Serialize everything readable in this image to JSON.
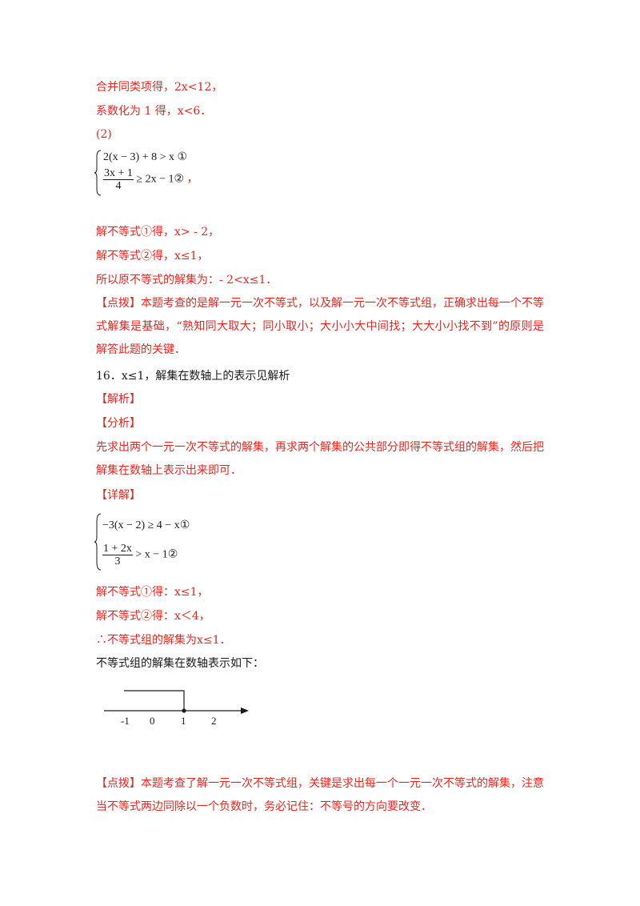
{
  "lines": {
    "l1": "合并同类项得，2x<12，",
    "l2": "系数化为 1 得，x<6．",
    "l3": "(2)",
    "l4": "解不等式①得，x> - 2，",
    "l5": "解不等式②得，x≤1，",
    "l6": "所以原不等式的解集为：- 2<x≤1．",
    "hint1": "【点拨】本题考查的是解一元一次不等式，以及解一元一次不等式组，正确求出每一个不等式解集是基础，“熟知同大取大；同小取小；大小小大中间找；大大小小找不到”的原则是解答此题的关键．",
    "q16": "16．x≤1，解集在数轴上的表示见解析",
    "jiexi": "【解析】",
    "fenxi": "【分析】",
    "fenxi_text": "先求出两个一元一次不等式的解集，再求两个解集的公共部分即得不等式组的解集，然后把解集在数轴上表示出来即可．",
    "xiangjie": "【详解】",
    "l7": "解不等式①得：x≤1，",
    "l8": "解不等式②得：x＜4，",
    "l9": "∴不等式组的解集为x≤1．",
    "l10": "不等式组的解集在数轴表示如下：",
    "hint2": "【点拨】本题考查了解一元一次不等式组，关键是求出每一个一元一次不等式的解集，注意当不等式两边同除以一个负数时，务必记住：不等号的方向要改变．"
  },
  "system1": {
    "eq1": "2(x − 3) + 8 > x ①",
    "eq2_num": "3x + 1",
    "eq2_den": "4",
    "eq2_rest": "≥ 2x − 1②",
    "comma": "，"
  },
  "system2": {
    "eq1": "−3(x − 2) ≥ 4 − x①",
    "eq2_num": "1 + 2x",
    "eq2_den": "3",
    "eq2_rest": "> x − 1②"
  },
  "number_line": {
    "ticks": [
      "-1",
      "0",
      "1",
      "2"
    ]
  }
}
